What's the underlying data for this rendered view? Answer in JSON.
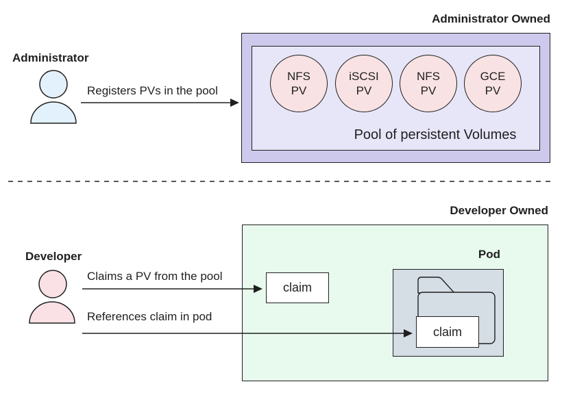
{
  "diagram": {
    "admin_section": {
      "owner_label": "Administrator Owned",
      "actor_label": "Administrator",
      "arrow_label": "Registers PVs in the pool",
      "pool_label": "Pool of persistent Volumes",
      "volumes": [
        {
          "line1": "NFS",
          "line2": "PV"
        },
        {
          "line1": "iSCSI",
          "line2": "PV"
        },
        {
          "line1": "NFS",
          "line2": "PV"
        },
        {
          "line1": "GCE",
          "line2": "PV"
        }
      ]
    },
    "dev_section": {
      "owner_label": "Developer Owned",
      "actor_label": "Developer",
      "claim_arrow_label": "Claims a PV from the pool",
      "reference_arrow_label": "References claim in pod",
      "claim_box_label": "claim",
      "pod_label": "Pod",
      "pod_claim_label": "claim"
    },
    "colors": {
      "admin_outer_bg": "#cdc9ed",
      "admin_inner_bg": "#e7e5f8",
      "volume_circle_bg": "#f9e2e3",
      "admin_person_fill": "#e3f1fc",
      "dev_person_fill": "#f9e1e6",
      "dev_box_bg": "#e8faee",
      "pod_bg": "#d5dde5",
      "claim_box_bg": "#ffffff",
      "line_color": "#1f1f1f"
    }
  }
}
